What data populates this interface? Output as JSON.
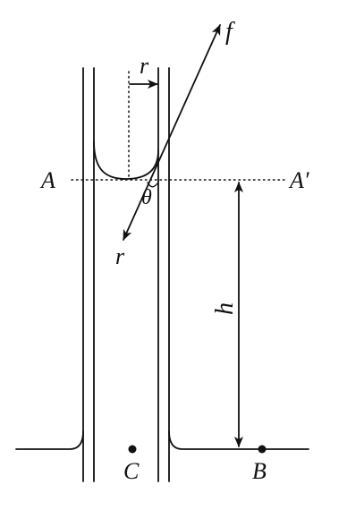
{
  "labels": {
    "f": "f",
    "r_top": "r",
    "r_bottom": "r",
    "theta": "θ",
    "a_left": "A",
    "a_right": "A′",
    "h": "h",
    "b": "B",
    "c": "C"
  },
  "colors": {
    "ink": "#111111",
    "background": "#ffffff"
  }
}
